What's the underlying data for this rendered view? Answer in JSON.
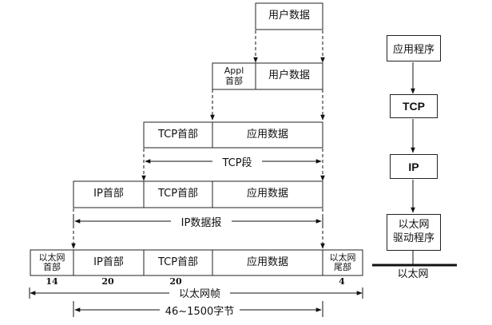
{
  "layers": {
    "user_data": "用户数据",
    "appl_header": "Appl\n首部",
    "app_data": "应用数据",
    "tcp_header": "TCP首部",
    "tcp_segment": "TCP段",
    "ip_header": "IP首部",
    "ip_datagram": "IP数据报",
    "eth_header": "以太网\n首部",
    "eth_trailer": "以太网\n尾部",
    "eth_frame": "以太网帧",
    "frame_range": "46~1500字节"
  },
  "sizes": {
    "eth_header": "14",
    "ip_header": "20",
    "tcp_header": "20",
    "eth_trailer": "4"
  },
  "stack": {
    "application": "应用程序",
    "tcp": "TCP",
    "ip": "IP",
    "driver": "以太网\n驱动程序",
    "ethernet": "以太网"
  }
}
